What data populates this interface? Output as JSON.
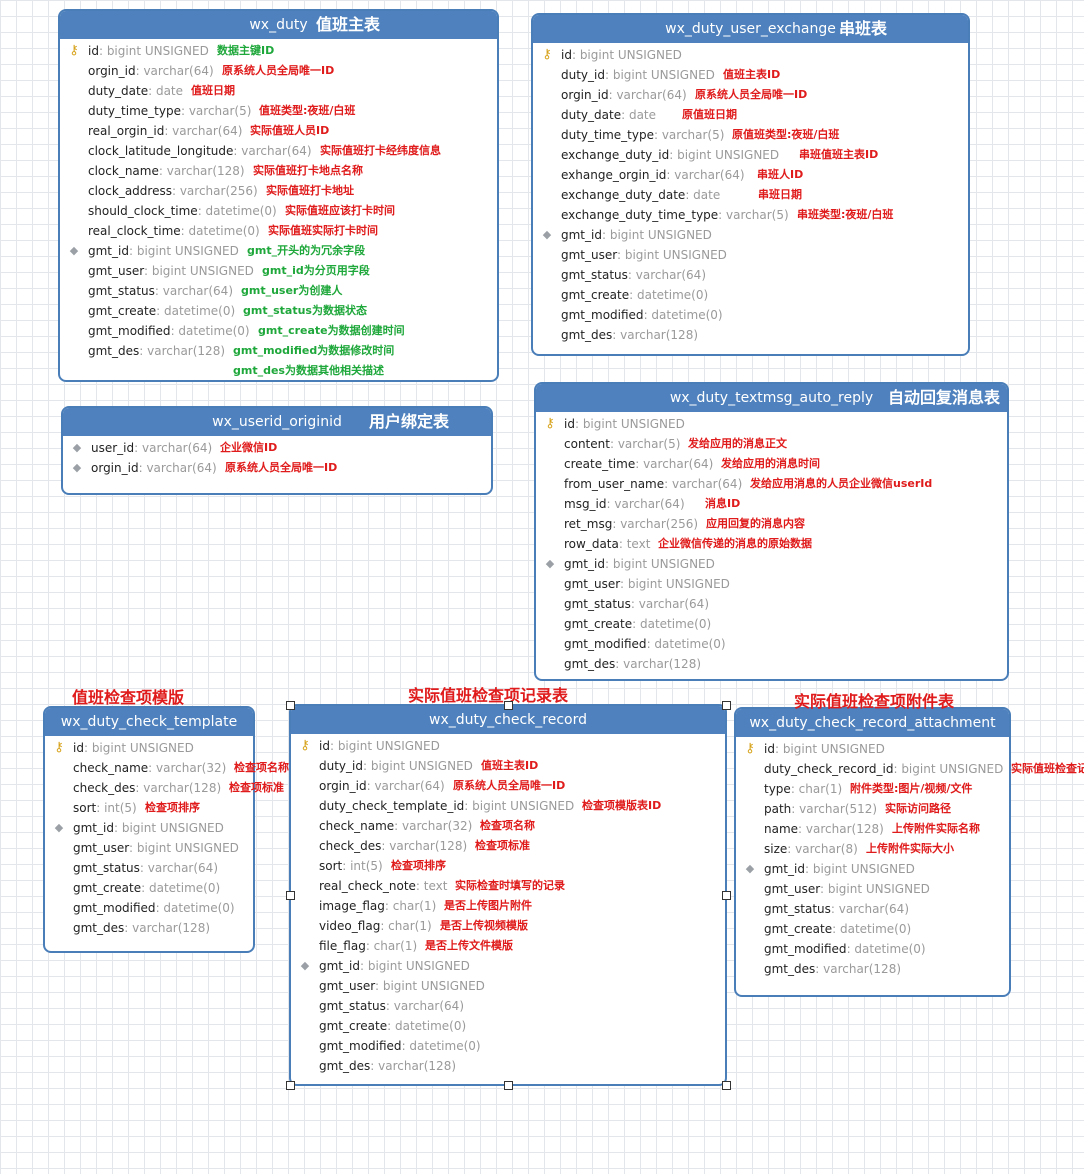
{
  "tables": {
    "wx_duty": {
      "name": "wx_duty",
      "title": "值班主表",
      "fields": [
        {
          "name": "id",
          "type": "bigint UNSIGNED",
          "note": "数据主键ID",
          "note_color": "green",
          "icon": "key-icon"
        },
        {
          "name": "orgin_id",
          "type": "varchar(64)",
          "note": "原系统人员全局唯一ID",
          "note_color": "red"
        },
        {
          "name": "duty_date",
          "type": "date",
          "note": "值班日期",
          "note_color": "red"
        },
        {
          "name": "duty_time_type",
          "type": "varchar(5)",
          "note": "值班类型:夜班/白班",
          "note_color": "red"
        },
        {
          "name": "real_orgin_id",
          "type": "varchar(64)",
          "note": "实际值班人员ID",
          "note_color": "red"
        },
        {
          "name": "clock_latitude_longitude",
          "type": "varchar(64)",
          "note": "实际值班打卡经纬度信息",
          "note_color": "red"
        },
        {
          "name": "clock_name",
          "type": "varchar(128)",
          "note": "实际值班打卡地点名称",
          "note_color": "red"
        },
        {
          "name": "clock_address",
          "type": "varchar(256)",
          "note": "实际值班打卡地址",
          "note_color": "red"
        },
        {
          "name": "should_clock_time",
          "type": "datetime(0)",
          "note": "实际值班应该打卡时间",
          "note_color": "red"
        },
        {
          "name": "real_clock_time",
          "type": "datetime(0)",
          "note": "实际值班实际打卡时间",
          "note_color": "red"
        },
        {
          "name": "gmt_id",
          "type": "bigint UNSIGNED",
          "note": "gmt_开头的为冗余字段",
          "note_color": "green",
          "icon": "diamond-icon"
        },
        {
          "name": "gmt_user",
          "type": "bigint UNSIGNED",
          "note": "gmt_id为分页用字段",
          "note_color": "green"
        },
        {
          "name": "gmt_status",
          "type": "varchar(64)",
          "note": "gmt_user为创建人",
          "note_color": "green"
        },
        {
          "name": "gmt_create",
          "type": "datetime(0)",
          "note": "gmt_status为数据状态",
          "note_color": "green"
        },
        {
          "name": "gmt_modified",
          "type": "datetime(0)",
          "note": "gmt_create为数据创建时间",
          "note_color": "green"
        },
        {
          "name": "gmt_des",
          "type": "varchar(128)",
          "note": "gmt_modified为数据修改时间",
          "note_color": "green"
        }
      ],
      "extra_note": "gmt_des为数据其他相关描述"
    },
    "wx_duty_user_exchange": {
      "name": "wx_duty_user_exchange",
      "title": "串班表",
      "fields": [
        {
          "name": "id",
          "type": "bigint UNSIGNED",
          "note": "",
          "icon": "key-icon"
        },
        {
          "name": "duty_id",
          "type": "bigint UNSIGNED",
          "note": "值班主表ID"
        },
        {
          "name": "orgin_id",
          "type": "varchar(64)",
          "note": "原系统人员全局唯一ID"
        },
        {
          "name": "duty_date",
          "type": "date",
          "note": "原值班日期"
        },
        {
          "name": "duty_time_type",
          "type": "varchar(5)",
          "note": "原值班类型:夜班/白班"
        },
        {
          "name": "exchange_duty_id",
          "type": "bigint UNSIGNED",
          "note": "串班值班主表ID"
        },
        {
          "name": "exhange_orgin_id",
          "type": "varchar(64)",
          "note": "串班人ID"
        },
        {
          "name": "exchange_duty_date",
          "type": "date",
          "note": "串班日期"
        },
        {
          "name": "exchange_duty_time_type",
          "type": "varchar(5)",
          "note": "串班类型:夜班/白班"
        },
        {
          "name": "gmt_id",
          "type": "bigint UNSIGNED",
          "note": "",
          "icon": "diamond-icon"
        },
        {
          "name": "gmt_user",
          "type": "bigint UNSIGNED",
          "note": ""
        },
        {
          "name": "gmt_status",
          "type": "varchar(64)",
          "note": ""
        },
        {
          "name": "gmt_create",
          "type": "datetime(0)",
          "note": ""
        },
        {
          "name": "gmt_modified",
          "type": "datetime(0)",
          "note": ""
        },
        {
          "name": "gmt_des",
          "type": "varchar(128)",
          "note": ""
        }
      ]
    },
    "wx_userid_originid": {
      "name": "wx_userid_originid",
      "title": "用户绑定表",
      "fields": [
        {
          "name": "user_id",
          "type": "varchar(64)",
          "note": "企业微信ID",
          "icon": "diamond-icon"
        },
        {
          "name": "orgin_id",
          "type": "varchar(64)",
          "note": "原系统人员全局唯一ID",
          "icon": "diamond-icon"
        }
      ]
    },
    "wx_duty_textmsg_auto_reply": {
      "name": "wx_duty_textmsg_auto_reply",
      "title": "自动回复消息表",
      "fields": [
        {
          "name": "id",
          "type": "bigint UNSIGNED",
          "note": "",
          "icon": "key-icon"
        },
        {
          "name": "content",
          "type": "varchar(5)",
          "note": "发给应用的消息正文"
        },
        {
          "name": "create_time",
          "type": "varchar(64)",
          "note": "发给应用的消息时间"
        },
        {
          "name": "from_user_name",
          "type": "varchar(64)",
          "note": "发给应用消息的人员企业微信userId"
        },
        {
          "name": "msg_id",
          "type": "varchar(64)",
          "note": "消息ID"
        },
        {
          "name": "ret_msg",
          "type": "varchar(256)",
          "note": "应用回复的消息内容"
        },
        {
          "name": "row_data",
          "type": "text",
          "note": "企业微信传递的消息的原始数据"
        },
        {
          "name": "gmt_id",
          "type": "bigint UNSIGNED",
          "note": "",
          "icon": "diamond-icon"
        },
        {
          "name": "gmt_user",
          "type": "bigint UNSIGNED",
          "note": ""
        },
        {
          "name": "gmt_status",
          "type": "varchar(64)",
          "note": ""
        },
        {
          "name": "gmt_create",
          "type": "datetime(0)",
          "note": ""
        },
        {
          "name": "gmt_modified",
          "type": "datetime(0)",
          "note": ""
        },
        {
          "name": "gmt_des",
          "type": "varchar(128)",
          "note": ""
        }
      ]
    },
    "wx_duty_check_template": {
      "name": "wx_duty_check_template",
      "title": "值班检查项模版",
      "fields": [
        {
          "name": "id",
          "type": "bigint UNSIGNED",
          "note": "",
          "icon": "key-icon"
        },
        {
          "name": "check_name",
          "type": "varchar(32)",
          "note": "检查项名称"
        },
        {
          "name": "check_des",
          "type": "varchar(128)",
          "note": "检查项标准"
        },
        {
          "name": "sort",
          "type": "int(5)",
          "note": "检查项排序"
        },
        {
          "name": "gmt_id",
          "type": "bigint UNSIGNED",
          "note": "",
          "icon": "diamond-icon"
        },
        {
          "name": "gmt_user",
          "type": "bigint UNSIGNED",
          "note": ""
        },
        {
          "name": "gmt_status",
          "type": "varchar(64)",
          "note": ""
        },
        {
          "name": "gmt_create",
          "type": "datetime(0)",
          "note": ""
        },
        {
          "name": "gmt_modified",
          "type": "datetime(0)",
          "note": ""
        },
        {
          "name": "gmt_des",
          "type": "varchar(128)",
          "note": ""
        }
      ]
    },
    "wx_duty_check_record": {
      "name": "wx_duty_check_record",
      "title": "实际值班检查项记录表",
      "fields": [
        {
          "name": "id",
          "type": "bigint UNSIGNED",
          "note": "",
          "icon": "key-icon"
        },
        {
          "name": "duty_id",
          "type": "bigint UNSIGNED",
          "note": "值班主表ID"
        },
        {
          "name": "orgin_id",
          "type": "varchar(64)",
          "note": "原系统人员全局唯一ID"
        },
        {
          "name": "duty_check_template_id",
          "type": "bigint UNSIGNED",
          "note": "检查项模版表ID"
        },
        {
          "name": "check_name",
          "type": "varchar(32)",
          "note": "检查项名称"
        },
        {
          "name": "check_des",
          "type": "varchar(128)",
          "note": "检查项标准"
        },
        {
          "name": "sort",
          "type": "int(5)",
          "note": "检查项排序"
        },
        {
          "name": "real_check_note",
          "type": "text",
          "note": "实际检查时填写的记录"
        },
        {
          "name": "image_flag",
          "type": "char(1)",
          "note": "是否上传图片附件"
        },
        {
          "name": "video_flag",
          "type": "char(1)",
          "note": "是否上传视频模版"
        },
        {
          "name": "file_flag",
          "type": "char(1)",
          "note": "是否上传文件模版"
        },
        {
          "name": "gmt_id",
          "type": "bigint UNSIGNED",
          "note": "",
          "icon": "diamond-icon"
        },
        {
          "name": "gmt_user",
          "type": "bigint UNSIGNED",
          "note": ""
        },
        {
          "name": "gmt_status",
          "type": "varchar(64)",
          "note": ""
        },
        {
          "name": "gmt_create",
          "type": "datetime(0)",
          "note": ""
        },
        {
          "name": "gmt_modified",
          "type": "datetime(0)",
          "note": ""
        },
        {
          "name": "gmt_des",
          "type": "varchar(128)",
          "note": ""
        }
      ]
    },
    "wx_duty_check_record_attachment": {
      "name": "wx_duty_check_record_attachment",
      "title": "实际值班检查项附件表",
      "fields": [
        {
          "name": "id",
          "type": "bigint UNSIGNED",
          "note": "",
          "icon": "key-icon"
        },
        {
          "name": "duty_check_record_id",
          "type": "bigint UNSIGNED",
          "note": "实际值班检查记录表ID"
        },
        {
          "name": "type",
          "type": "char(1)",
          "note": "附件类型:图片/视频/文件"
        },
        {
          "name": "path",
          "type": "varchar(512)",
          "note": "实际访问路径"
        },
        {
          "name": "name",
          "type": "varchar(128)",
          "note": "上传附件实际名称"
        },
        {
          "name": "size",
          "type": "varchar(8)",
          "note": "上传附件实际大小"
        },
        {
          "name": "gmt_id",
          "type": "bigint UNSIGNED",
          "note": "",
          "icon": "diamond-icon"
        },
        {
          "name": "gmt_user",
          "type": "bigint UNSIGNED",
          "note": ""
        },
        {
          "name": "gmt_status",
          "type": "varchar(64)",
          "note": ""
        },
        {
          "name": "gmt_create",
          "type": "datetime(0)",
          "note": ""
        },
        {
          "name": "gmt_modified",
          "type": "datetime(0)",
          "note": ""
        },
        {
          "name": "gmt_des",
          "type": "varchar(128)",
          "note": ""
        }
      ]
    }
  },
  "colors": {
    "header": "#4e81bd",
    "border": "#4a7eb9",
    "note_red": "#e01b1b",
    "note_green": "#1ea73a"
  }
}
